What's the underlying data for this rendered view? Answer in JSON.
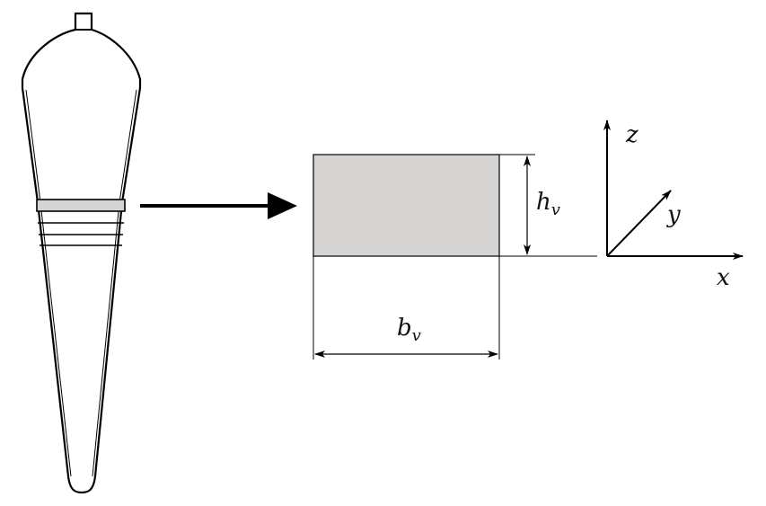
{
  "labels": {
    "height_symbol": "h",
    "height_subscript": "v",
    "width_symbol": "b",
    "width_subscript": "v",
    "axis_x": "x",
    "axis_y": "y",
    "axis_z": "z"
  },
  "colors": {
    "stroke": "#000000",
    "section_fill": "#d6d4d3",
    "highlight_band": "#d6d4d3",
    "background": "#ffffff"
  }
}
